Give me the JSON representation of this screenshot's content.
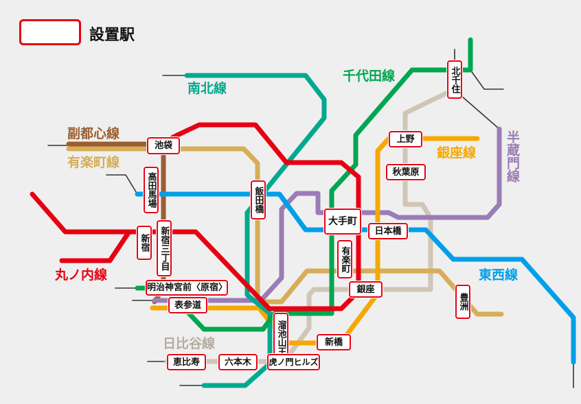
{
  "legend": {
    "label": "設置駅",
    "border_color": "#e60012"
  },
  "lines": {
    "namboku": {
      "name": "南北線",
      "color": "#00a98f"
    },
    "chiyoda": {
      "name": "千代田線",
      "color": "#00a650"
    },
    "fukutoshin": {
      "name": "副都心線",
      "color": "#9c5e31"
    },
    "yurakucho": {
      "name": "有楽町線",
      "color": "#d7ae57"
    },
    "marunouchi": {
      "name": "丸ノ内線",
      "color": "#e60012"
    },
    "hibiya": {
      "name": "日比谷線",
      "color": "#b5ada0"
    },
    "ginza": {
      "name": "銀座線",
      "color": "#f6a800"
    },
    "hanzomon": {
      "name": "半蔵門線",
      "color": "#9b7cb6"
    },
    "tozai": {
      "name": "東西線",
      "color": "#00a0e9"
    }
  },
  "stations": {
    "ikebukuro": "池袋",
    "takadanobaba": "高田馬場",
    "shinjuku": "新宿",
    "shinjuku_sanchome": "新宿三丁目",
    "meijijingumae": "明治神宮前〈原宿〉",
    "omotesando": "表参道",
    "iidabashi": "飯田橋",
    "otemachi": "大手町",
    "nihombashi": "日本橋",
    "yurakucho": "有楽町",
    "ginza": "銀座",
    "ueno": "上野",
    "akihabara": "秋葉原",
    "kitasenju": "北千住",
    "toyosu": "豊洲",
    "tameike_sanno": "溜池山王",
    "shimbashi": "新橋",
    "ebisu": "恵比寿",
    "roppongi": "六本木",
    "toranomon_hills": "虎ノ門ヒルズ"
  }
}
